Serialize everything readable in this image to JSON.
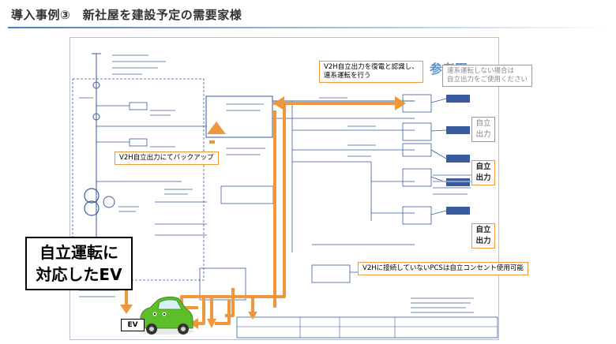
{
  "header": {
    "title": "導入事例③　新社屋を建設予定の需要家様"
  },
  "reference_stamp": "参考図",
  "annotations": {
    "backup_note": "V2H自立出力にてバックアップ",
    "recognize_line1": "V2H自立出力を復電と認識し、",
    "recognize_line2": "連系運転を行う",
    "grid_off_line1": "連系運転しない場合は",
    "grid_off_line2": "自立出力をご使用ください",
    "pcs_outlet": "V2Hに接続していないPCSは自立コンセント使用可能"
  },
  "tags": [
    {
      "line1": "自立",
      "line2": "出力",
      "style": "gray"
    },
    {
      "line1": "自立",
      "line2": "出力",
      "style": "orange"
    },
    {
      "line1": "自立",
      "line2": "出力",
      "style": "orange"
    }
  ],
  "callout": {
    "line1": "自立運転に",
    "line2": "対応したEV"
  },
  "ev_label": "EV",
  "colors": {
    "accent_orange": "#f0963b",
    "diagram_blue": "#3a5aa0",
    "ev_green": "#5cbf2a",
    "reference_blue": "#5d92c9"
  }
}
